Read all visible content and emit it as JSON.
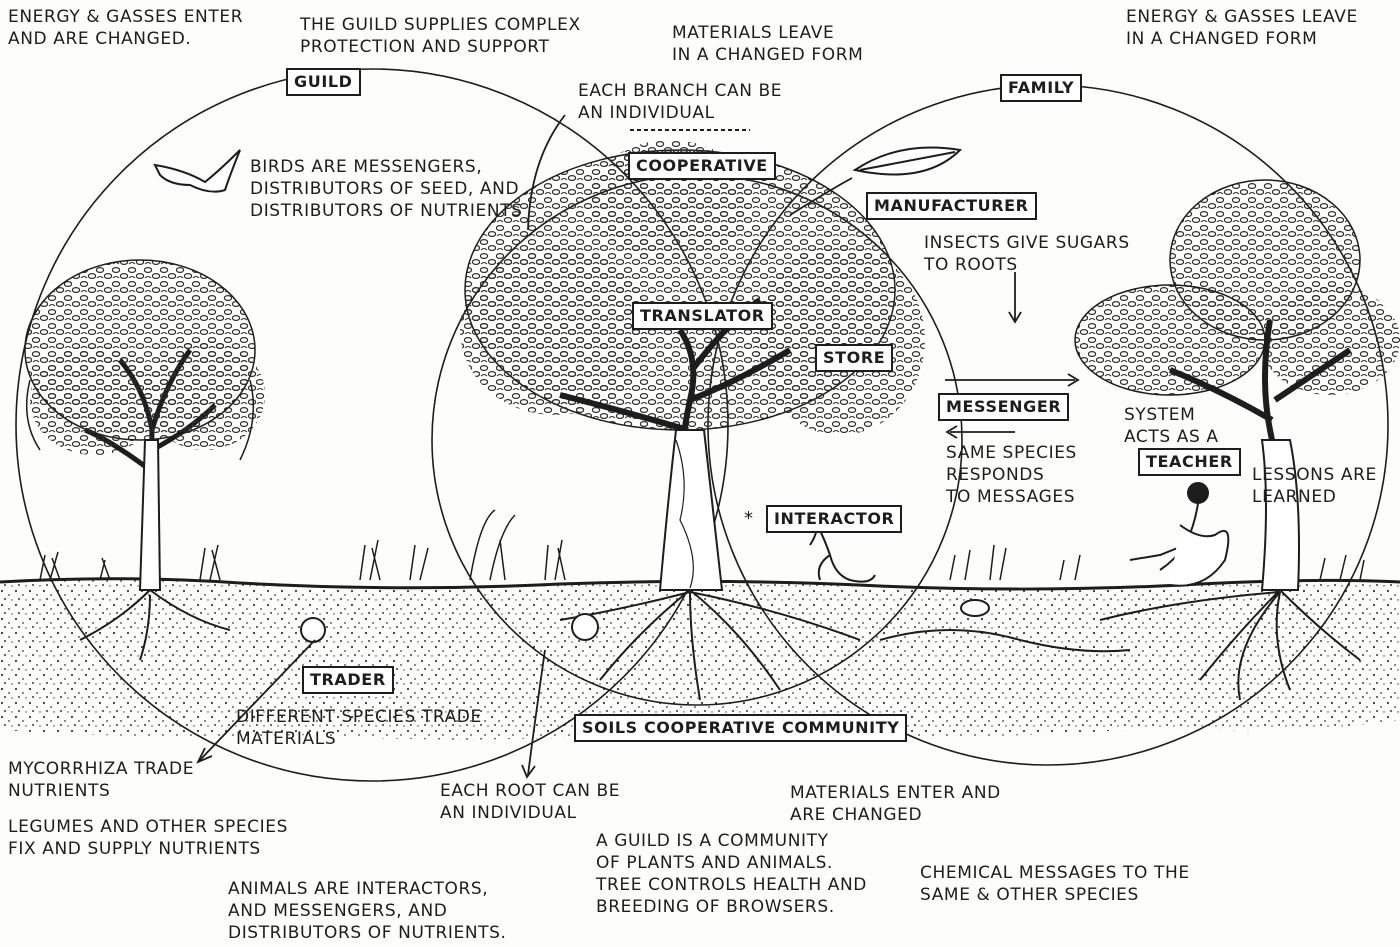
{
  "colors": {
    "ink": "#1d1d1d",
    "paper": "#fdfdfb",
    "canopy": "#2c2c2c",
    "soil_dots": "#3a3a3a"
  },
  "boxes": {
    "guild": "GUILD",
    "family": "FAMILY",
    "cooperative": "COOPERATIVE",
    "manufacturer": "MANUFACTURER",
    "translator": "TRANSLATOR",
    "store": "STORE",
    "messenger": "MESSENGER",
    "teacher": "TEACHER",
    "interactor": "INTERACTOR",
    "trader": "TRADER",
    "soils": "SOILS COOPERATIVE COMMUNITY"
  },
  "notes": {
    "energy_enter": [
      "ENERGY & GASSES ENTER",
      "AND ARE CHANGED."
    ],
    "guild_supplies": [
      "THE GUILD SUPPLIES COMPLEX",
      "PROTECTION AND SUPPORT"
    ],
    "materials_leave": [
      "MATERIALS LEAVE",
      "IN A CHANGED FORM"
    ],
    "energy_leave": [
      "ENERGY & GASSES LEAVE",
      "IN A CHANGED FORM"
    ],
    "each_branch": [
      "EACH BRANCH CAN BE",
      "AN INDIVIDUAL"
    ],
    "birds": [
      "BIRDS ARE MESSENGERS,",
      "DISTRIBUTORS OF SEED, AND",
      "DISTRIBUTORS OF NUTRIENTS"
    ],
    "insects": [
      "INSECTS GIVE SUGARS",
      "TO ROOTS"
    ],
    "same_species": [
      "SAME SPECIES",
      "RESPONDS",
      "TO MESSAGES"
    ],
    "system_acts": [
      "SYSTEM",
      "ACTS AS A"
    ],
    "lessons": [
      "LESSONS ARE",
      "LEARNED"
    ],
    "different_species": [
      "DIFFERENT SPECIES TRADE",
      "MATERIALS"
    ],
    "mycorrhiza": [
      "MYCORRHIZA TRADE",
      "NUTRIENTS"
    ],
    "legumes": [
      "LEGUMES AND OTHER SPECIES",
      "FIX AND SUPPLY NUTRIENTS"
    ],
    "animals": [
      "ANIMALS ARE INTERACTORS,",
      "AND MESSENGERS, AND",
      "DISTRIBUTORS OF NUTRIENTS."
    ],
    "each_root": [
      "EACH ROOT CAN BE",
      "AN INDIVIDUAL"
    ],
    "materials_enter": [
      "MATERIALS ENTER AND",
      "ARE CHANGED"
    ],
    "guild_is": [
      "A GUILD IS A COMMUNITY",
      "OF PLANTS AND ANIMALS.",
      "TREE CONTROLS HEALTH AND",
      "BREEDING OF BROWSERS."
    ],
    "chemical": [
      "CHEMICAL MESSAGES TO THE",
      "SAME & OTHER SPECIES"
    ],
    "asterisk": "*"
  }
}
